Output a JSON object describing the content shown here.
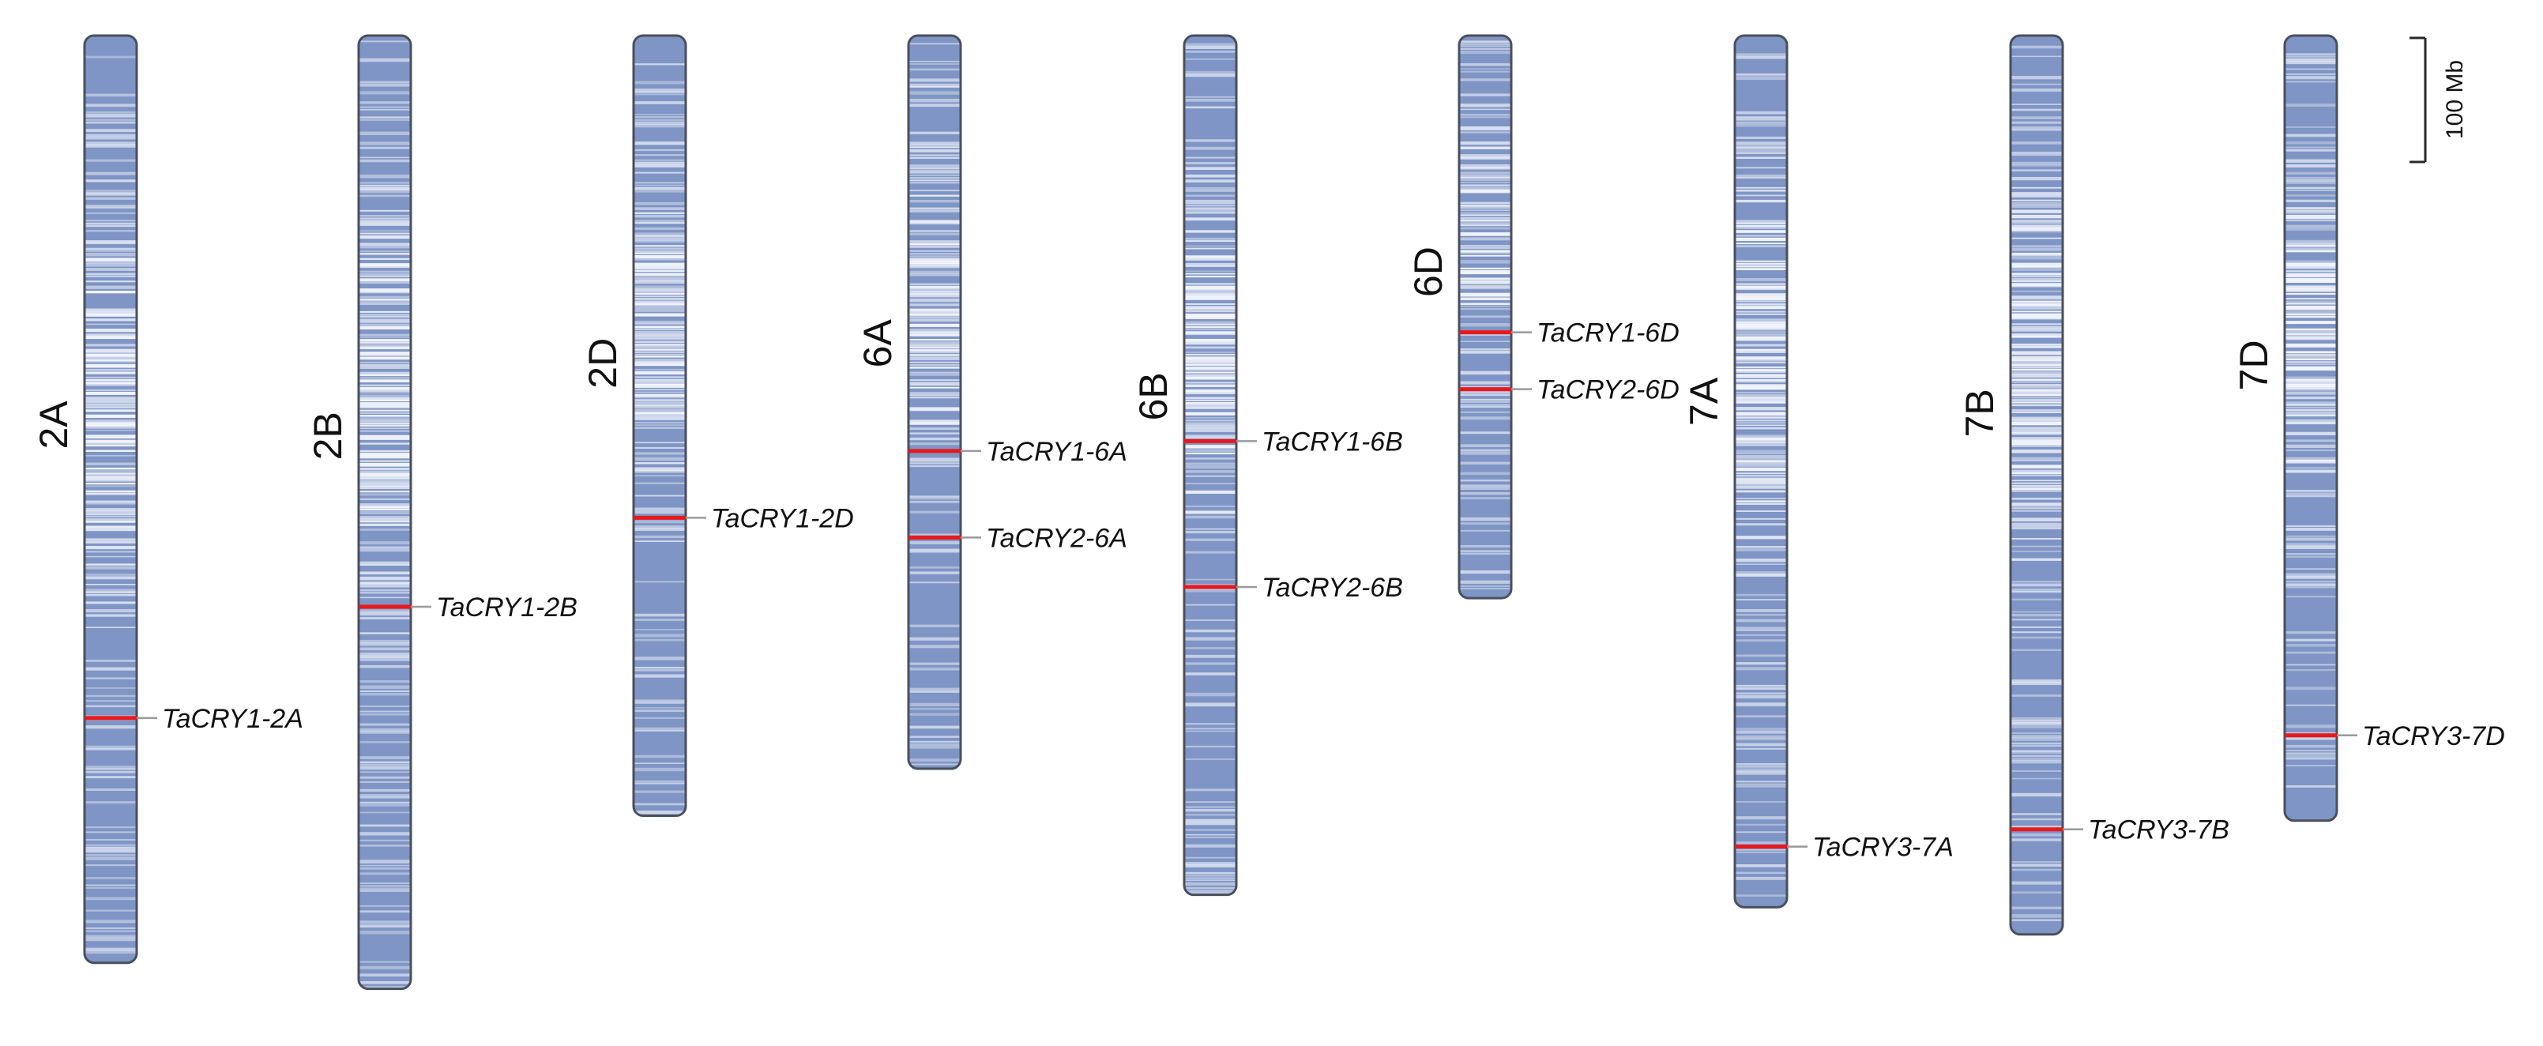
{
  "diagram": {
    "type": "chromosome-map",
    "colors": {
      "chromosome_fill": "#7f95c5",
      "chromosome_light": "#f5f7fd",
      "chromosome_border": "#4a4f5c",
      "gene_marker": "#e8181c",
      "leader_line": "#9a9a9a"
    },
    "scale_bar": {
      "label": "100 Mb",
      "length_mb": 100
    },
    "chromosomes": [
      {
        "id": "2A",
        "label": "2A",
        "length_mb": 750,
        "genes": [
          {
            "name": "TaCRY1-2A",
            "position_mb": 552
          }
        ]
      },
      {
        "id": "2B",
        "label": "2B",
        "length_mb": 771,
        "genes": [
          {
            "name": "TaCRY1-2B",
            "position_mb": 462
          }
        ]
      },
      {
        "id": "2D",
        "label": "2D",
        "length_mb": 631,
        "genes": [
          {
            "name": "TaCRY1-2D",
            "position_mb": 390
          }
        ]
      },
      {
        "id": "6A",
        "label": "6A",
        "length_mb": 593,
        "genes": [
          {
            "name": "TaCRY1-6A",
            "position_mb": 336
          },
          {
            "name": "TaCRY2-6A",
            "position_mb": 406
          }
        ]
      },
      {
        "id": "6B",
        "label": "6B",
        "length_mb": 695,
        "genes": [
          {
            "name": "TaCRY1-6B",
            "position_mb": 328
          },
          {
            "name": "TaCRY2-6B",
            "position_mb": 446
          }
        ]
      },
      {
        "id": "6D",
        "label": "6D",
        "length_mb": 455,
        "genes": [
          {
            "name": "TaCRY1-6D",
            "position_mb": 240
          },
          {
            "name": "TaCRY2-6D",
            "position_mb": 286
          }
        ]
      },
      {
        "id": "7A",
        "label": "7A",
        "length_mb": 705,
        "genes": [
          {
            "name": "TaCRY3-7A",
            "position_mb": 656
          }
        ]
      },
      {
        "id": "7B",
        "label": "7B",
        "length_mb": 727,
        "genes": [
          {
            "name": "TaCRY3-7B",
            "position_mb": 642
          }
        ]
      },
      {
        "id": "7D",
        "label": "7D",
        "length_mb": 635,
        "genes": [
          {
            "name": "TaCRY3-7D",
            "position_mb": 566
          }
        ]
      }
    ]
  }
}
